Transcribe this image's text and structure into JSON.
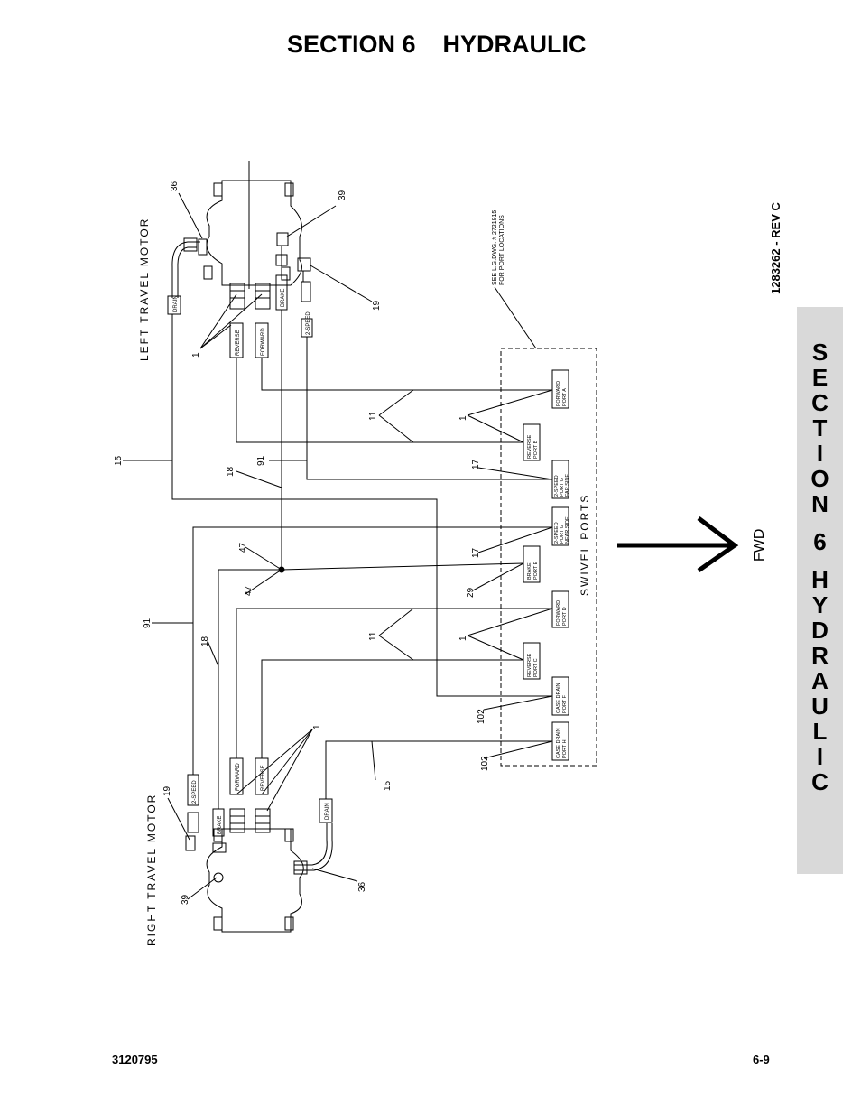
{
  "header": {
    "title": "SECTION 6    HYDRAULIC",
    "drawing_number": "1283262 - REV C"
  },
  "side_tab": {
    "letters": [
      "S",
      "E",
      "C",
      "T",
      "I",
      "O",
      "N",
      "",
      "6",
      "",
      "H",
      "Y",
      "D",
      "R",
      "A",
      "U",
      "L",
      "I",
      "C"
    ]
  },
  "footer": {
    "doc_number": "3120795",
    "page_number": "6-9"
  },
  "diagram": {
    "left_motor_label": "LEFT  TRAVEL  MOTOR",
    "right_motor_label": "RIGHT  TRAVEL  MOTOR",
    "swivel_label": "SWIVEL  PORTS",
    "fwd_label": "FWD",
    "see_note": [
      "SEE  L.G.DWG. # 2721915",
      "FOR PORT LOCATIONS"
    ],
    "hose_tags": {
      "drain": "DRAIN",
      "reverse": "REVERSE",
      "forward": "FORWARD",
      "brake": "BRAKE",
      "two_speed": "2-SPEED"
    },
    "swivel_ports": [
      [
        "FORWARD",
        "PORT A"
      ],
      [
        "REVERSE",
        "PORT B"
      ],
      [
        "2-SPEED",
        "PORT G",
        "FAR SIDE"
      ],
      [
        "2-SPEED",
        "PORT G",
        "NEAR SIDE"
      ],
      [
        "BRAKE",
        "PORT E"
      ],
      [
        "FORWARD",
        "PORT D"
      ],
      [
        "REVERSE",
        "PORT C"
      ],
      [
        "CASE DRAIN",
        "PORT F"
      ],
      [
        "CASE DRAIN",
        "PORT H"
      ]
    ],
    "callouts": {
      "c36a": "36",
      "c39a": "39",
      "c19a": "19",
      "c1a": "1",
      "c15a": "15",
      "c18a": "18",
      "c91a": "91",
      "c11a": "11",
      "c1b": "1",
      "c17a": "17",
      "c47a": "47",
      "c47b": "47",
      "c17b": "17",
      "c29": "29",
      "c91b": "91",
      "c18b": "18",
      "c11b": "11",
      "c1c": "1",
      "c102a": "102",
      "c102b": "102",
      "c1d": "1",
      "c15b": "15",
      "c19b": "19",
      "c39b": "39",
      "c36b": "36"
    }
  }
}
